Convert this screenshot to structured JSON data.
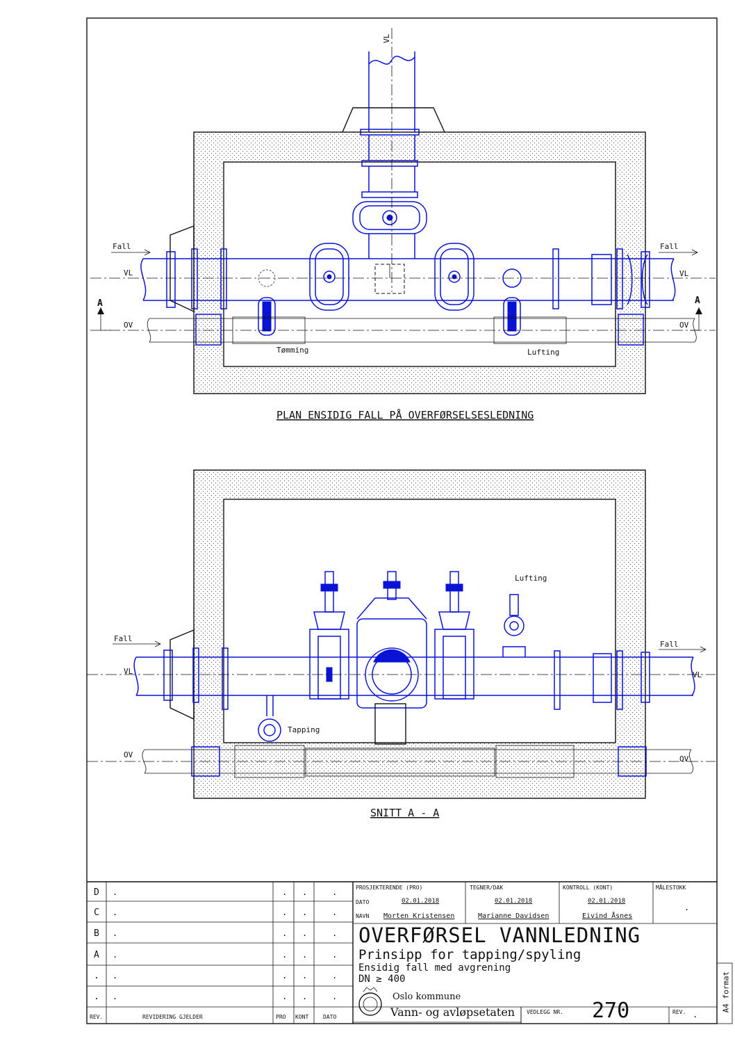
{
  "labels": {
    "vl": "VL",
    "ov": "OV",
    "fall": "Fall",
    "section_marker": "A",
    "tomming": "Tømming",
    "lufting": "Lufting",
    "tapping": "Tapping"
  },
  "views": {
    "plan_title": "PLAN ENSIDIG FALL PÅ OVERFØRSELSESLEDNING",
    "section_title": "SNITT A - A"
  },
  "title_block": {
    "revisions": [
      {
        "rev": "D",
        "desc": "."
      },
      {
        "rev": "C",
        "desc": "."
      },
      {
        "rev": "B",
        "desc": "."
      },
      {
        "rev": "A",
        "desc": "."
      },
      {
        "rev": ".",
        "desc": "."
      },
      {
        "rev": ".",
        "desc": "."
      }
    ],
    "rev_dot": ".",
    "col_rev": "REV.",
    "col_revidering": "REVIDERING GJELDER",
    "col_pro": "PRO",
    "col_kont": "KONT",
    "col_dato": "DATO",
    "prosjekterende_label": "PROSJEKTERENDE (PRO)",
    "tegner_label": "TEGNER/DAK",
    "kontroll_label": "KONTROLL (KONT)",
    "malestokk_label": "MÅLESTOKK",
    "dato_label": "DATO",
    "navn_label": "NAVN",
    "pro_date": "02.01.2018",
    "tegner_date": "02.01.2018",
    "kontroll_date": "02.01.2018",
    "pro_name": "Morten Kristensen",
    "tegner_name": "Marianne Davidsen",
    "kontroll_name": "Eivind Åsnes",
    "malestokk_value": ".",
    "main_title": "OVERFØRSEL VANNLEDNING",
    "subtitle1": "Prinsipp for tapping/spyling",
    "subtitle2": "Ensidig fall med avgrening",
    "subtitle3": "DN ≥ 400",
    "org1": "Oslo kommune",
    "org2": "Vann- og avløpsetaten",
    "vedlegg_label": "VEDLEGG NR.",
    "vedlegg_value": "270",
    "rev_label": "REV.",
    "rev_value": ".",
    "format_label": "A4 format"
  }
}
